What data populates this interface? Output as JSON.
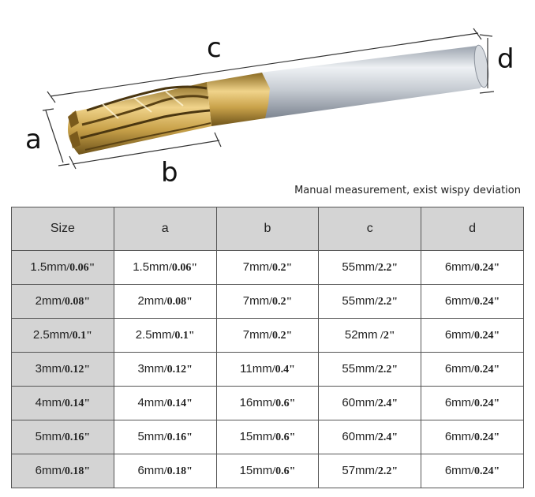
{
  "diagram": {
    "labels": {
      "a": "a",
      "b": "b",
      "c": "c",
      "d": "d"
    },
    "colors": {
      "coating": "#c9a24a",
      "shank": "#c7ccd3",
      "dimline": "#333333"
    }
  },
  "note": "Manual measurement, exist wispy deviation",
  "table": {
    "headers": [
      "Size",
      "a",
      "b",
      "c",
      "d"
    ],
    "rows": [
      [
        {
          "mm": "1.5mm",
          "inch": "/0.06\""
        },
        {
          "mm": "1.5mm",
          "inch": "/0.06\""
        },
        {
          "mm": "7mm",
          "inch": "/0.2\""
        },
        {
          "mm": "55mm",
          "inch": "/2.2\""
        },
        {
          "mm": "6mm",
          "inch": "/0.24\""
        }
      ],
      [
        {
          "mm": "2mm",
          "inch": "/0.08\""
        },
        {
          "mm": "2mm",
          "inch": "/0.08\""
        },
        {
          "mm": "7mm",
          "inch": "/0.2\""
        },
        {
          "mm": "55mm",
          "inch": "/2.2\""
        },
        {
          "mm": "6mm",
          "inch": "/0.24\""
        }
      ],
      [
        {
          "mm": "2.5mm",
          "inch": "/0.1\""
        },
        {
          "mm": "2.5mm",
          "inch": "/0.1\""
        },
        {
          "mm": "7mm",
          "inch": "/0.2\""
        },
        {
          "mm": "52mm",
          "inch": " /2\""
        },
        {
          "mm": "6mm",
          "inch": "/0.24\""
        }
      ],
      [
        {
          "mm": "3mm",
          "inch": "/0.12\""
        },
        {
          "mm": "3mm",
          "inch": "/0.12\""
        },
        {
          "mm": "11mm",
          "inch": "/0.4\""
        },
        {
          "mm": "55mm",
          "inch": "/2.2\""
        },
        {
          "mm": "6mm",
          "inch": "/0.24\""
        }
      ],
      [
        {
          "mm": "4mm",
          "inch": "/0.14\""
        },
        {
          "mm": "4mm",
          "inch": "/0.14\""
        },
        {
          "mm": "16mm",
          "inch": "/0.6\""
        },
        {
          "mm": "60mm",
          "inch": "/2.4\""
        },
        {
          "mm": "6mm",
          "inch": "/0.24\""
        }
      ],
      [
        {
          "mm": "5mm",
          "inch": "/0.16\""
        },
        {
          "mm": "5mm",
          "inch": "/0.16\""
        },
        {
          "mm": "15mm",
          "inch": "/0.6\""
        },
        {
          "mm": "60mm",
          "inch": "/2.4\""
        },
        {
          "mm": "6mm",
          "inch": "/0.24\""
        }
      ],
      [
        {
          "mm": "6mm",
          "inch": "/0.18\""
        },
        {
          "mm": "6mm",
          "inch": "/0.18\""
        },
        {
          "mm": "15mm",
          "inch": "/0.6\""
        },
        {
          "mm": "57mm",
          "inch": "/2.2\""
        },
        {
          "mm": "6mm",
          "inch": "/0.24\""
        }
      ]
    ]
  }
}
